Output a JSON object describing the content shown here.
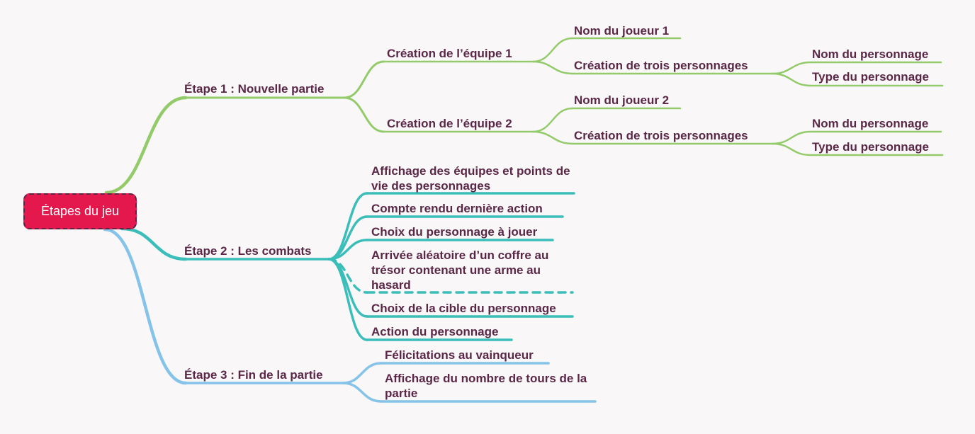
{
  "root": "Étapes du jeu",
  "colors": {
    "green": "#93cb6a",
    "teal": "#3bbdb9",
    "blue": "#85c3e8",
    "root": "#e5184e",
    "text": "#5a2746"
  },
  "branches": [
    {
      "label": "Étape 1 : Nouvelle partie",
      "children": [
        {
          "label": "Création de l’équipe 1",
          "children": [
            {
              "label": "Nom du joueur 1"
            },
            {
              "label": "Création de trois personnages",
              "children": [
                {
                  "label": "Nom du personnage"
                },
                {
                  "label": "Type du personnage"
                }
              ]
            }
          ]
        },
        {
          "label": "Création de l’équipe 2",
          "children": [
            {
              "label": "Nom du joueur 2"
            },
            {
              "label": "Création de trois personnages",
              "children": [
                {
                  "label": "Nom du personnage"
                },
                {
                  "label": "Type du personnage"
                }
              ]
            }
          ]
        }
      ]
    },
    {
      "label": "Étape 2 : Les combats",
      "children": [
        {
          "label": "Affichage des équipes et points de vie des personnages"
        },
        {
          "label": "Compte rendu dernière action"
        },
        {
          "label": "Choix du personnage à jouer"
        },
        {
          "label": "Arrivée aléatoire d’un coffre au trésor contenant une arme au hasard",
          "dashed": true
        },
        {
          "label": "Choix de la cible du personnage"
        },
        {
          "label": "Action du personnage"
        }
      ]
    },
    {
      "label": "Étape 3 : Fin de la partie",
      "children": [
        {
          "label": "Félicitations au vainqueur"
        },
        {
          "label": "Affichage du nombre de tours de la partie"
        }
      ]
    }
  ]
}
